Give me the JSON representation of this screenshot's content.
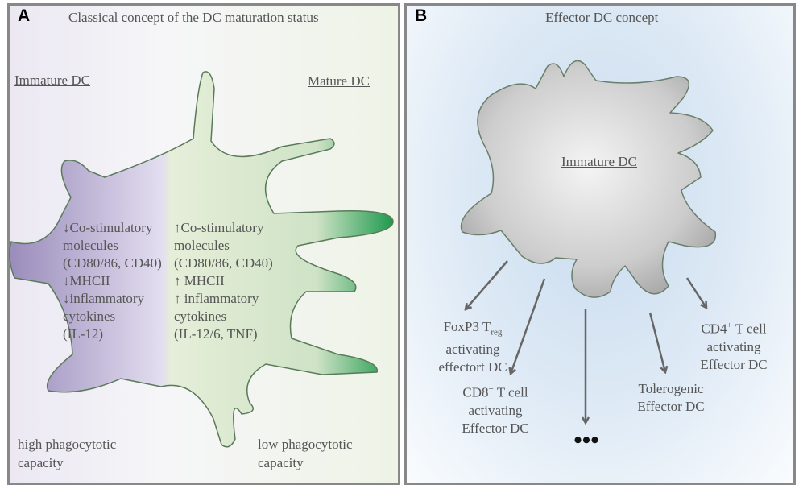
{
  "panel_a": {
    "letter": "A",
    "title": "Classical concept of the DC maturation status",
    "immature_label": "Immature DC",
    "mature_label": "Mature DC",
    "immature_features": [
      "↓Co-stimulatory",
      "molecules",
      "(CD80/86, CD40)",
      "↓MHCII",
      "↓inflammatory",
      "cytokines",
      "(IL-12)"
    ],
    "mature_features": [
      "↑Co-stimulatory",
      "molecules",
      "(CD80/86, CD40)",
      "↑ MHCII",
      "↑ inflammatory",
      "cytokines",
      "(IL-12/6, TNF)"
    ],
    "immature_phagocytosis": [
      "high phagocytotic",
      "capacity"
    ],
    "mature_phagocytosis": [
      "low phagocytotic",
      "capacity"
    ],
    "colors": {
      "immature": "#9c8fbb",
      "mature": "#1f9a4e"
    }
  },
  "panel_b": {
    "letter": "B",
    "title": "Effector DC concept",
    "cell_label": "Immature DC",
    "outcomes": {
      "treg": {
        "main": "FoxP3 T",
        "sub": "reg",
        "lines": [
          "activating",
          "effectort DC"
        ]
      },
      "cd8": {
        "main": "CD8",
        "sup": "+",
        "rest": " T cell",
        "lines": [
          "activating",
          "Effector  DC"
        ]
      },
      "more": "•••",
      "tolerogenic": {
        "lines": [
          "Tolerogenic",
          "Effector DC"
        ]
      },
      "cd4": {
        "main": "CD4",
        "sup": "+",
        "rest": " T cell",
        "lines": [
          "activating",
          "Effector DC"
        ]
      }
    }
  }
}
